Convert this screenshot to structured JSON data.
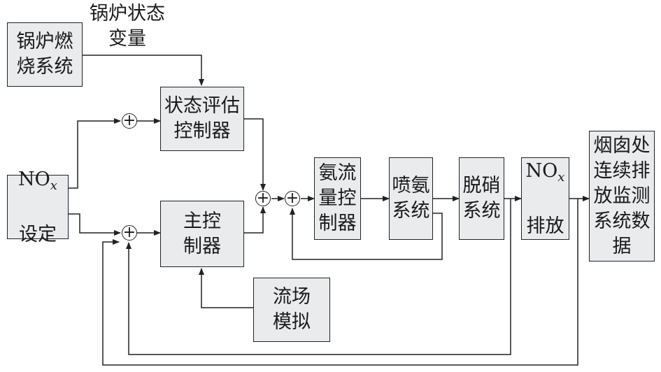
{
  "boxes": {
    "boiler_combustion": "锅炉燃\n烧系统",
    "state_eval": "状态评估\n控制器",
    "nox_setpoint": {
      "main": "NO",
      "sub": "x",
      "line2": "设定"
    },
    "main_controller": "主控\n制器",
    "flow_field": "流场\n模拟",
    "ammonia_flow_ctrl": "氨流\n量控\n制器",
    "ammonia_injection": "喷氨\n系统",
    "denitration": "脱硝\n系统",
    "nox_emission": {
      "main": "NO",
      "sub": "x",
      "line2": "排放"
    },
    "cems": "烟囱处\n连续排\n放监测\n系统数\n据"
  },
  "labels": {
    "boiler_state_variable": "锅炉状态\n变量"
  },
  "summing_symbol": "+"
}
